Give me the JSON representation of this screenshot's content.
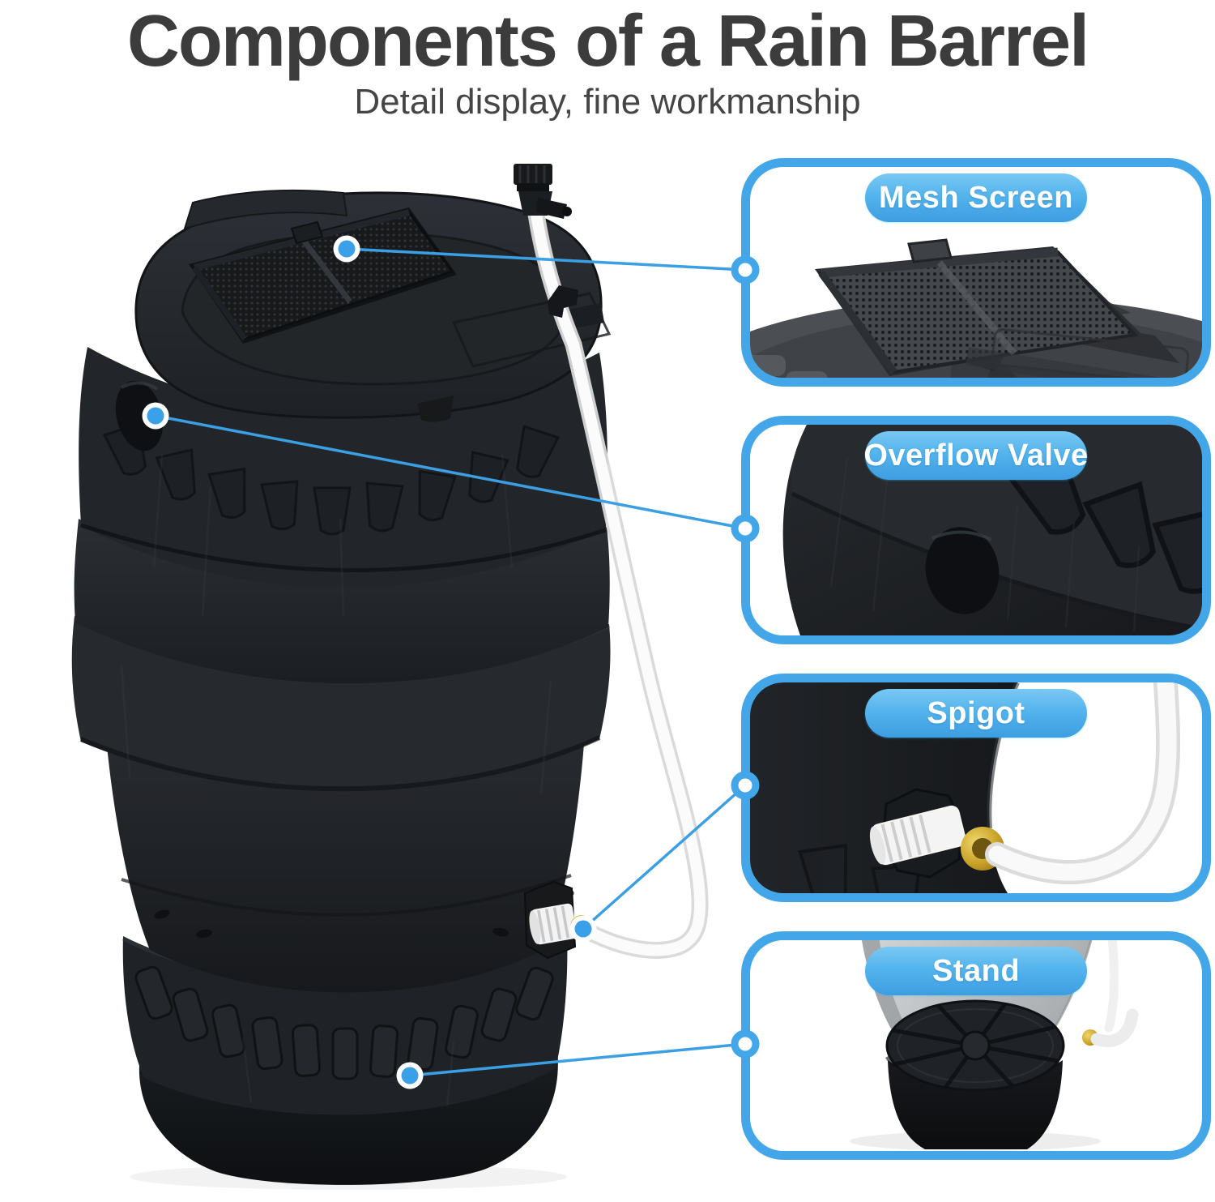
{
  "header": {
    "title": "Components of a Rain Barrel",
    "subtitle": "Detail display, fine workmanship"
  },
  "callouts": {
    "items": [
      {
        "label": "Mesh Screen"
      },
      {
        "label": "Overflow Valve"
      },
      {
        "label": "Spigot"
      },
      {
        "label": "Stand"
      }
    ]
  },
  "colors": {
    "accent_border": "#43a6e9",
    "leader_line": "#3b9fe3",
    "pill_gradient_top": "#79c8f3",
    "pill_gradient_bottom": "#3d9de1",
    "pill_text": "#ffffff",
    "title_text": "#3c3c3c",
    "subtitle_text": "#454545",
    "barrel_black": "#1d2024",
    "brass": "#c9a227"
  }
}
